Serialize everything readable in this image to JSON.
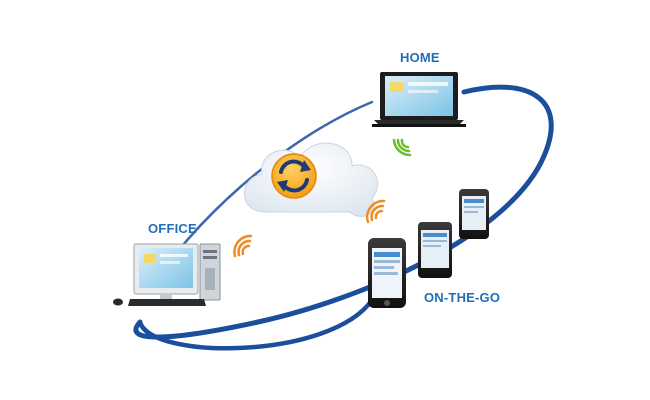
{
  "labels": {
    "home": "HOME",
    "office": "OFFICE",
    "on_the_go": "ON-THE-GO"
  },
  "colors": {
    "ring": "#1b4f9c",
    "label": "#1f6fb8",
    "wifi_orange": "#f08a24",
    "wifi_green": "#6cbf2a",
    "sync_badge": "#f5a623"
  },
  "icons": [
    "cloud-icon",
    "sync-icon",
    "laptop-icon",
    "desktop-computer-icon",
    "smartphone-icon",
    "wifi-signal-icon"
  ]
}
